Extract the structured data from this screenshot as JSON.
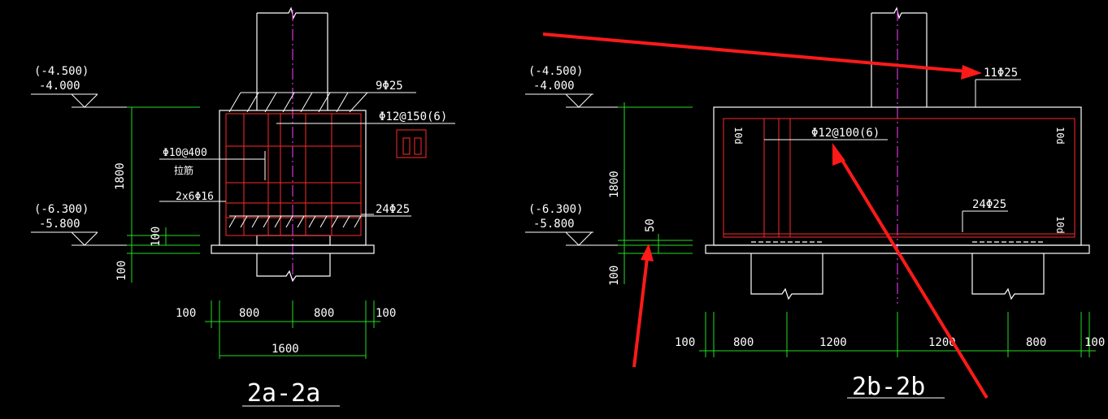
{
  "colors": {
    "background": "#000000",
    "outline": "#ffffff",
    "rebar": "#ff2a2a",
    "dimension": "#22dd22",
    "centerline": "#ff40ff",
    "arrow": "#ff1a1a",
    "label": "#ffffff"
  },
  "left": {
    "elev_top_paren": "(-4.500)",
    "elev_top": "-4.000",
    "elev_bot_paren": "(-6.300)",
    "elev_bot": "-5.800",
    "height_dim": "1800",
    "small_dim1": "100",
    "small_dim2": "100",
    "top_bars": "9Φ25",
    "stirrup": "Φ12@150(6)",
    "tie_bar": "Φ10@400",
    "tie_word": "拉筋",
    "side_bars": "2x6Φ16",
    "bottom_bars": "24Φ25",
    "dim_left": "100",
    "dim_a": "800",
    "dim_b": "800",
    "dim_right": "100",
    "dim_total": "1600",
    "section": "2a-2a"
  },
  "right": {
    "elev_top_paren": "(-4.500)",
    "elev_top": "-4.000",
    "elev_bot_paren": "(-6.300)",
    "elev_bot": "-5.800",
    "height_dim": "1800",
    "small_dim50": "50",
    "small_dim100": "100",
    "top_bars": "11Φ25",
    "stirrup": "Φ12@100(6)",
    "bottom_bars": "24Φ25",
    "anchor_left": "10d",
    "anchor_right_top": "10d",
    "anchor_right_bot": "10d",
    "dim_left": "100",
    "dim_a": "800",
    "dim_b": "1200",
    "dim_c": "1200",
    "dim_d": "800",
    "dim_right": "100",
    "section": "2b-2b"
  }
}
